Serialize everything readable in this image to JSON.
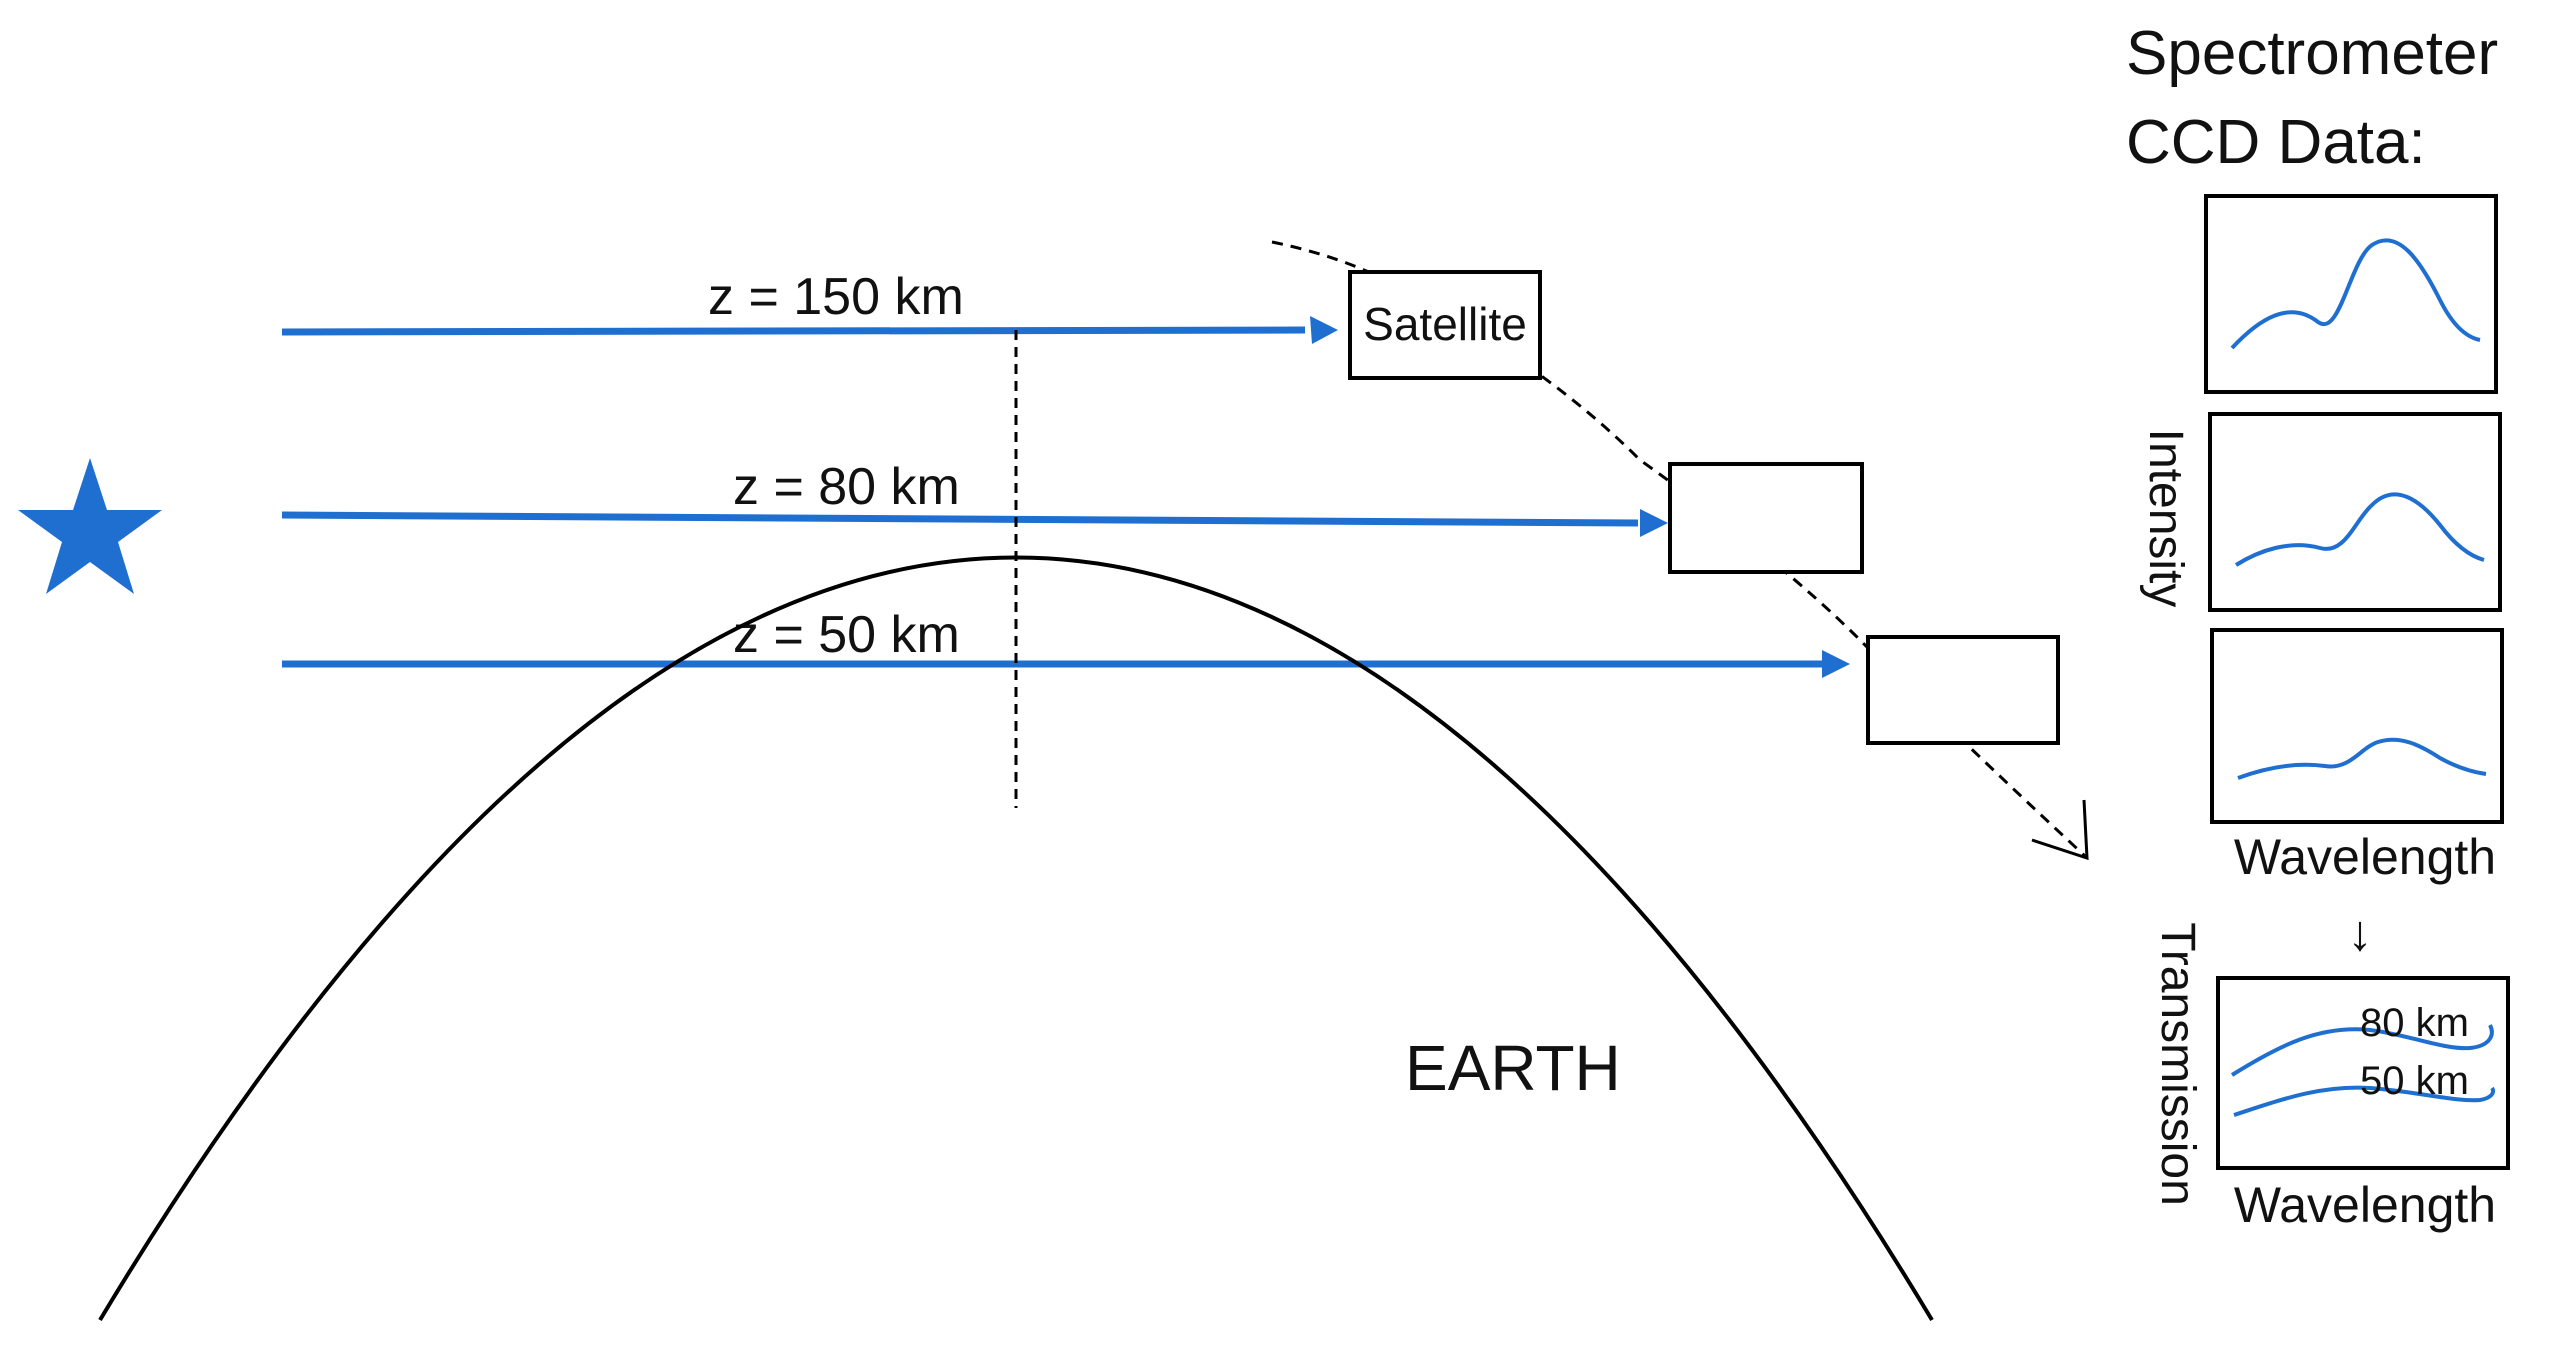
{
  "labels": {
    "altitude_150": "z = 150 km",
    "altitude_80": "z = 80 km",
    "altitude_50": "z = 50 km",
    "satellite": "Satellite",
    "earth": "EARTH",
    "panel_title_line1": "Spectrometer",
    "panel_title_line2": "CCD Data:",
    "intensity_axis": "Intensity",
    "wavelength_axis_top": "Wavelength",
    "arrow_down": "↓",
    "transmission_axis": "Transmission",
    "curve_80": "80 km",
    "curve_50": "50 km",
    "wavelength_axis_bottom": "Wavelength"
  },
  "colors": {
    "beam": "#1f6fd1",
    "outline": "#000000",
    "star": "#1f6fd1"
  },
  "icons": {
    "light_source": "star-icon"
  }
}
